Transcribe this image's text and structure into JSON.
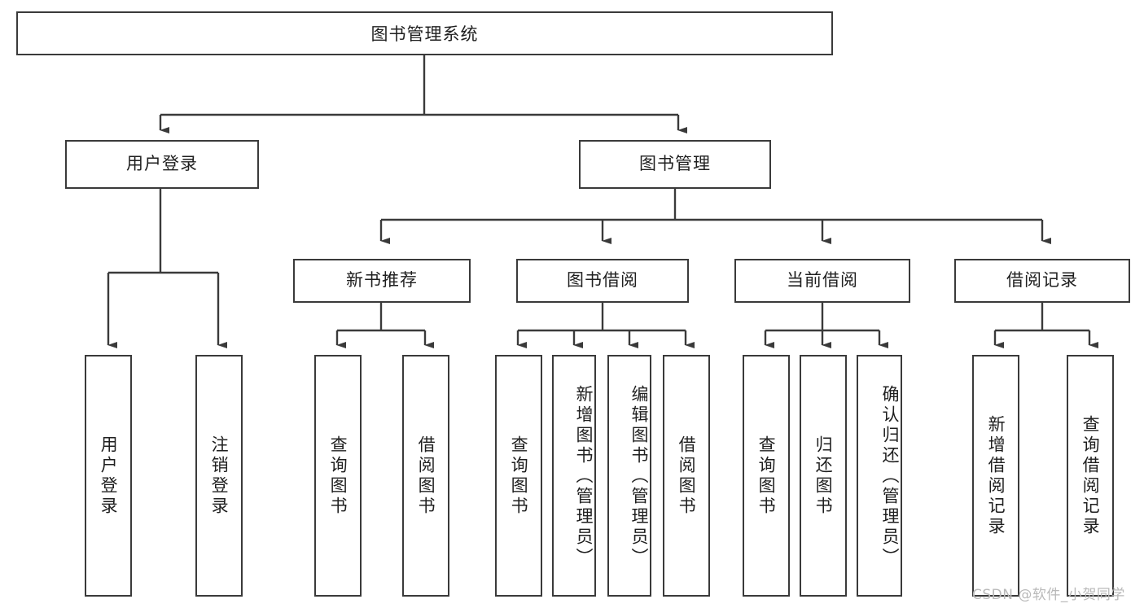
{
  "diagram": {
    "type": "tree-hierarchy-chart",
    "title": "图书管理系统",
    "background_color": "#ffffff",
    "box_border_color": "#3a3a3a",
    "text_color": "#1f1f1f",
    "connector_color": "#3a3a3a"
  },
  "root": {
    "label": "图书管理系统"
  },
  "level1": [
    {
      "label": "用户登录"
    },
    {
      "label": "图书管理"
    }
  ],
  "level2": [
    {
      "label": "新书推荐"
    },
    {
      "label": "图书借阅"
    },
    {
      "label": "当前借阅"
    },
    {
      "label": "借阅记录"
    }
  ],
  "leaves": {
    "user_login": [
      {
        "label": "用户登录"
      },
      {
        "label": "注销登录"
      }
    ],
    "new_book_recommend": [
      {
        "label": "查询图书"
      },
      {
        "label": "借阅图书"
      }
    ],
    "book_borrow": [
      {
        "label": "查询图书"
      },
      {
        "label": "新增图书（管理员）"
      },
      {
        "label": "编辑图书（管理员）"
      },
      {
        "label": "借阅图书"
      }
    ],
    "current_borrow": [
      {
        "label": "查询图书"
      },
      {
        "label": "归还图书"
      },
      {
        "label": "确认归还（管理员）"
      }
    ],
    "borrow_record": [
      {
        "label": "新增借阅记录"
      },
      {
        "label": "查询借阅记录"
      }
    ]
  },
  "watermark": {
    "text": "CSDN @软件_小贺同学",
    "color": "#b9b9b9"
  }
}
